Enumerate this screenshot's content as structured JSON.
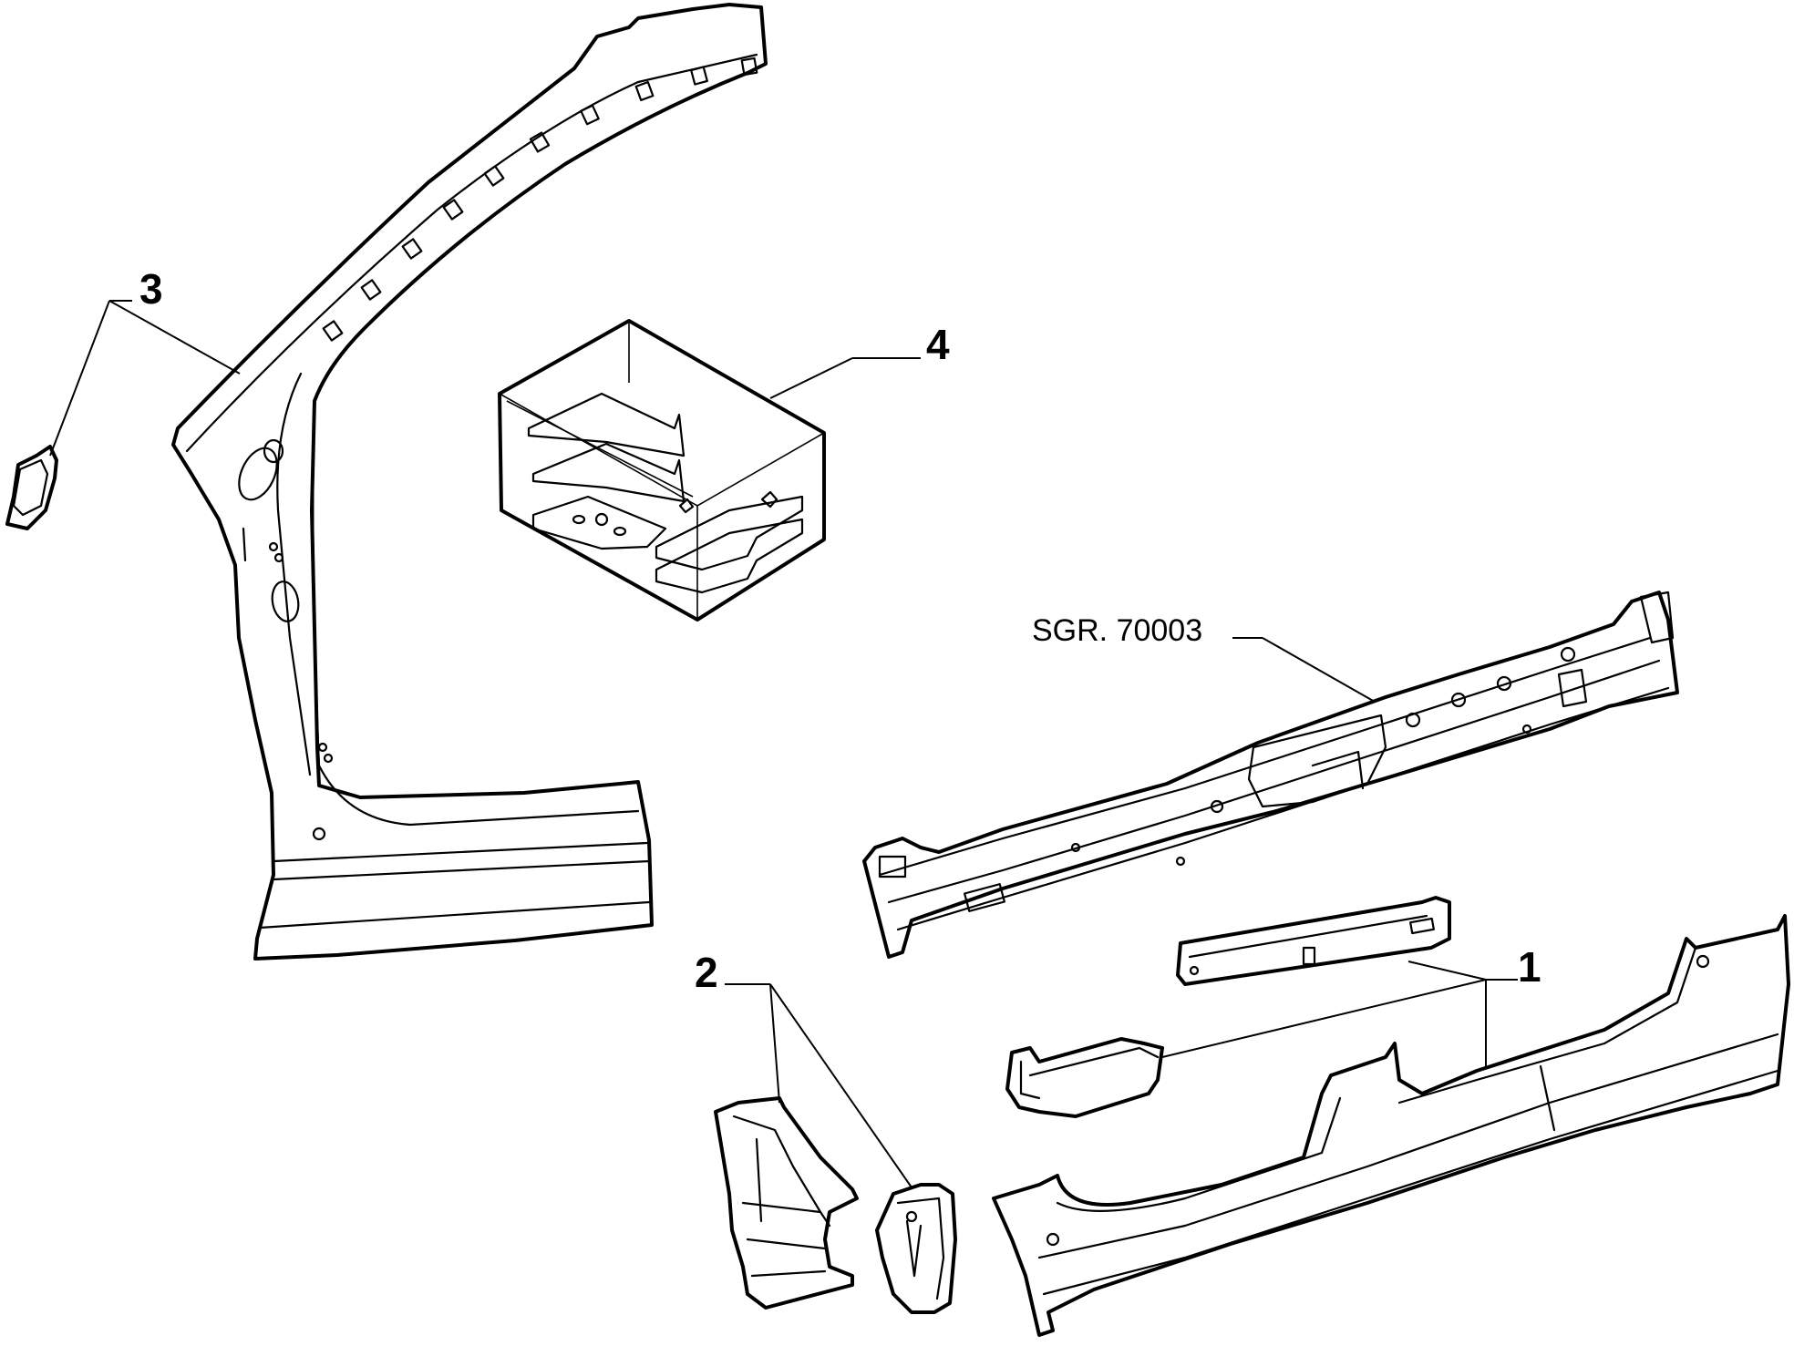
{
  "diagram": {
    "callouts": [
      {
        "id": "1",
        "label": "1"
      },
      {
        "id": "2",
        "label": "2"
      },
      {
        "id": "3",
        "label": "3"
      },
      {
        "id": "4",
        "label": "4"
      }
    ],
    "reference": {
      "label": "SGR. 70003"
    }
  },
  "colors": {
    "ink": "#000000",
    "paper": "#ffffff"
  }
}
